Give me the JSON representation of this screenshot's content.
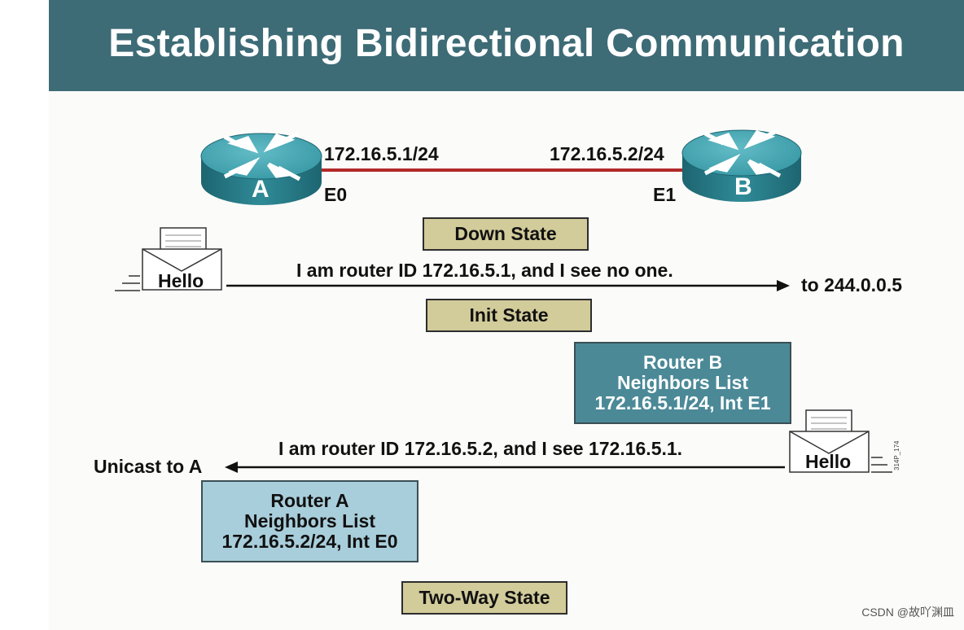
{
  "title": "Establishing Bidirectional Communication",
  "routers": {
    "a": {
      "letter": "A",
      "ip": "172.16.5.1/24",
      "interface": "E0"
    },
    "b": {
      "letter": "B",
      "ip": "172.16.5.2/24",
      "interface": "E1"
    }
  },
  "states": {
    "down": "Down State",
    "init": "Init State",
    "two_way": "Two-Way State"
  },
  "hello_1": {
    "envelope_label": "Hello",
    "message": "I am router ID 172.16.5.1, and I see no one.",
    "destination": "to 244.0.0.5"
  },
  "hello_2": {
    "envelope_label": "Hello",
    "message": "I am router ID 172.16.5.2, and I see 172.16.5.1.",
    "destination": "Unicast to A",
    "figure_code": "314P_174"
  },
  "router_b_list": {
    "line1": "Router B",
    "line2": "Neighbors List",
    "line3": "172.16.5.1/24, Int E1"
  },
  "router_a_list": {
    "line1": "Router A",
    "line2": "Neighbors List",
    "line3": "172.16.5.2/24, Int E0"
  },
  "watermark": "CSDN @故吖渊皿",
  "colors": {
    "title_bar": "#3d6b76",
    "link": "#b22a2a",
    "state_box": "#d2cb9a",
    "router_b_list": "#4b8997",
    "router_a_list": "#a9cedb",
    "router_top": "#3fa0ad",
    "router_side": "#23717d"
  }
}
